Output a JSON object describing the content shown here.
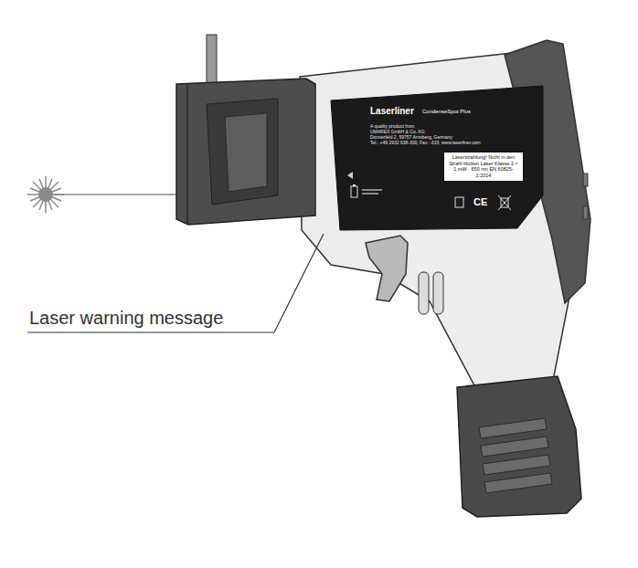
{
  "diagram": {
    "nodes": [
      {
        "text": [
          "Laserstrahlung! Nicht in den Strahl blicken Laser Klasse 2 < 1 mW · 650 nm EN 60825-1:2014"
        ]
      }
    ],
    "labels": [
      "Laser warning message",
      "Laserliner",
      "CondenseSpot Plus",
      "A quality product from",
      "UMAREX GmbH & Co. KG",
      "Donnerfeld 2, 59757 Arnsberg, Germany",
      "Tel.: +49 2932 638-300, Fax: -333, www.laserliner.com",
      "CE"
    ]
  }
}
